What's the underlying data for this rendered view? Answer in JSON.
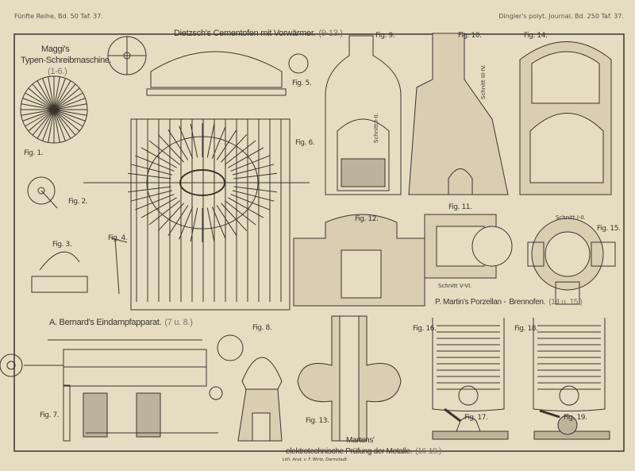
{
  "header": {
    "left": "Fünfte Reihe, Bd. 50 Taf. 37.",
    "right": "Dingler's polyt. Journal, Bd. 250 Taf. 37."
  },
  "titles": {
    "maggi_1": "Maggi's",
    "maggi_2": "Typen-Schreibmaschine.",
    "maggi_num": "(1-6.)",
    "dietzsch": "Dietzsch's Cementofen mit Vorwärmer.",
    "dietzsch_num": "(9-13.)",
    "martin_1": "P. Martin's Porzellan -",
    "martin_2": "Brennofen.",
    "martin_num": "(14 u. 15.)",
    "bernard": "A. Bernard's Eindampfapparat.",
    "bernard_num": "(7 u. 8.)",
    "martens_1": "Martens'",
    "martens_2": "elektrotechnische Prüfung der Metalle.",
    "martens_num": "(16-19.)"
  },
  "figures": {
    "f1": "Fig. 1.",
    "f2": "Fig. 2.",
    "f3": "Fig. 3.",
    "f4": "Fig. 4.",
    "f5": "Fig. 5.",
    "f6": "Fig. 6.",
    "f7": "Fig. 7.",
    "f8": "Fig. 8.",
    "f9": "Fig. 9.",
    "f10": "Fig. 10.",
    "f11": "Fig. 11.",
    "f12": "Fig. 12.",
    "f13": "Fig. 13.",
    "f14": "Fig. 14.",
    "f15": "Fig. 15.",
    "f16": "Fig. 16.",
    "f17": "Fig. 17.",
    "f18": "Fig. 18.",
    "f19": "Fig. 19."
  },
  "sections": {
    "s12": "Schnitt I-II.",
    "s34": "Schnitt III-IV.",
    "s56": "Schnitt V-VI.",
    "s12b": "Schnitt I-II."
  },
  "footer": "Lith. Anst. v. F. Wirtz, Darmstadt."
}
